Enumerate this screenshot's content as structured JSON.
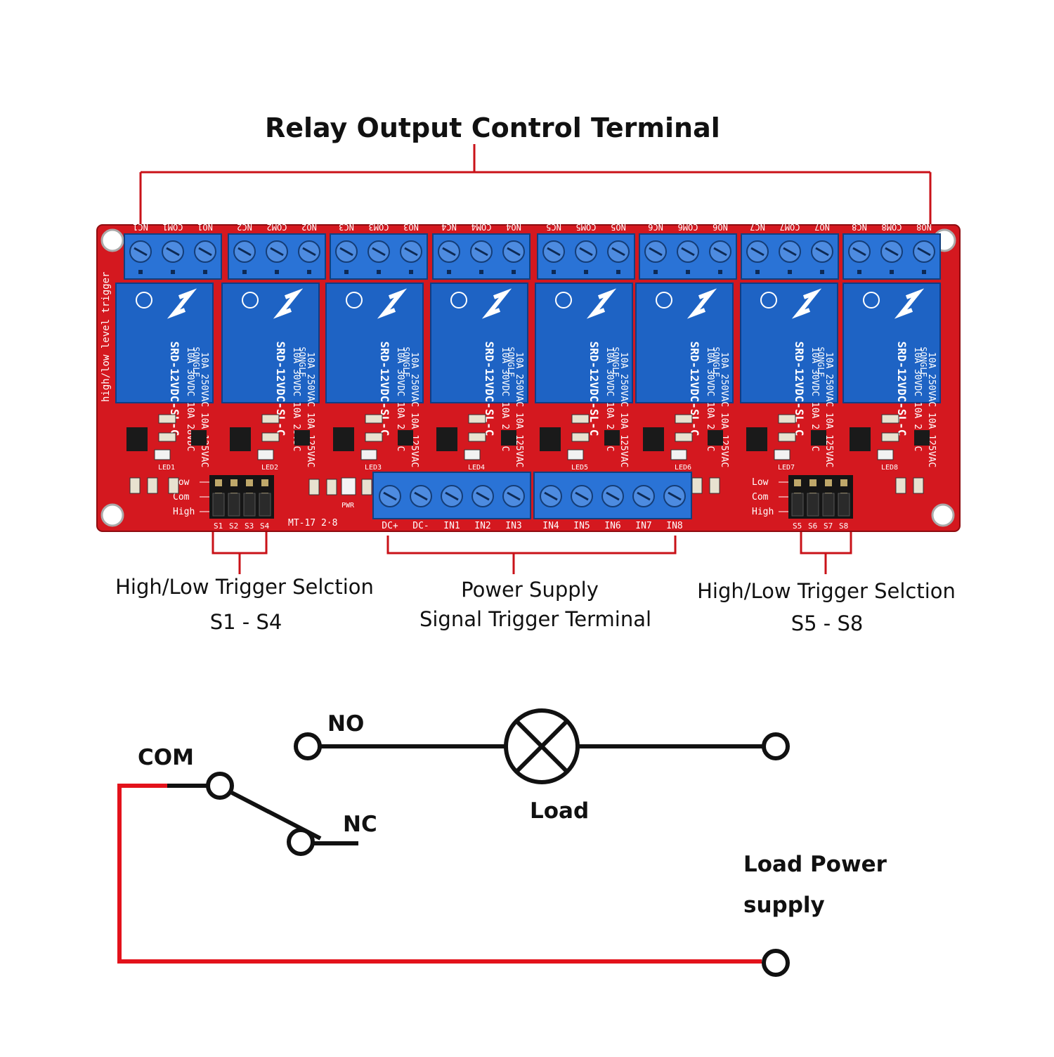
{
  "title": "Relay Output Control Terminal",
  "callouts": {
    "left_trigger_line1": "High/Low Trigger Selction",
    "left_trigger_line2": "S1 - S4",
    "power_line1": "Power Supply",
    "power_line2": "Signal Trigger Terminal",
    "right_trigger_line1": "High/Low Trigger Selction",
    "right_trigger_line2": "S5 - S8"
  },
  "board": {
    "side_text": "high/low level trigger",
    "relay_model": "SRD-12VDC-SL-C",
    "relay_rating_1": "10A 250VAC  10A 125VAC",
    "relay_rating_2": "10A 30VDC  10A 28VDC",
    "relay_brand": "SONGLE",
    "top_terminals": [
      "NC1",
      "COM1",
      "NO1",
      "NC2",
      "COM2",
      "NO2",
      "NC3",
      "COM3",
      "NO3",
      "NC4",
      "COM4",
      "NO4",
      "NC5",
      "COM5",
      "NO5",
      "NC6",
      "COM6",
      "NO6",
      "NC7",
      "COM7",
      "NO7",
      "NC8",
      "COM8",
      "NO8"
    ],
    "leds": [
      "LED1",
      "LED2",
      "LED3",
      "LED4",
      "LED5",
      "LED6",
      "LED7",
      "LED8"
    ],
    "jumper_rows": [
      "Low",
      "Com",
      "High"
    ],
    "jumpers_left": [
      "S1",
      "S2",
      "S3",
      "S4"
    ],
    "jumpers_right": [
      "S5",
      "S6",
      "S7",
      "S8"
    ],
    "pwr_label": "PWR",
    "board_code": "MT-17  2·8",
    "input_terminals": [
      "DC+",
      "DC-",
      "IN1",
      "IN2",
      "IN3",
      "IN4",
      "IN5",
      "IN6",
      "IN7",
      "IN8"
    ],
    "colors": {
      "pcb": "#d4181f",
      "relay": "#1e63c4",
      "terminal": "#2a73d6"
    }
  },
  "schematic": {
    "com_label": "COM",
    "no_label": "NO",
    "nc_label": "NC",
    "load_label": "Load",
    "supply_line1": "Load Power",
    "supply_line2": "supply",
    "wire_color": "#e3121b"
  }
}
